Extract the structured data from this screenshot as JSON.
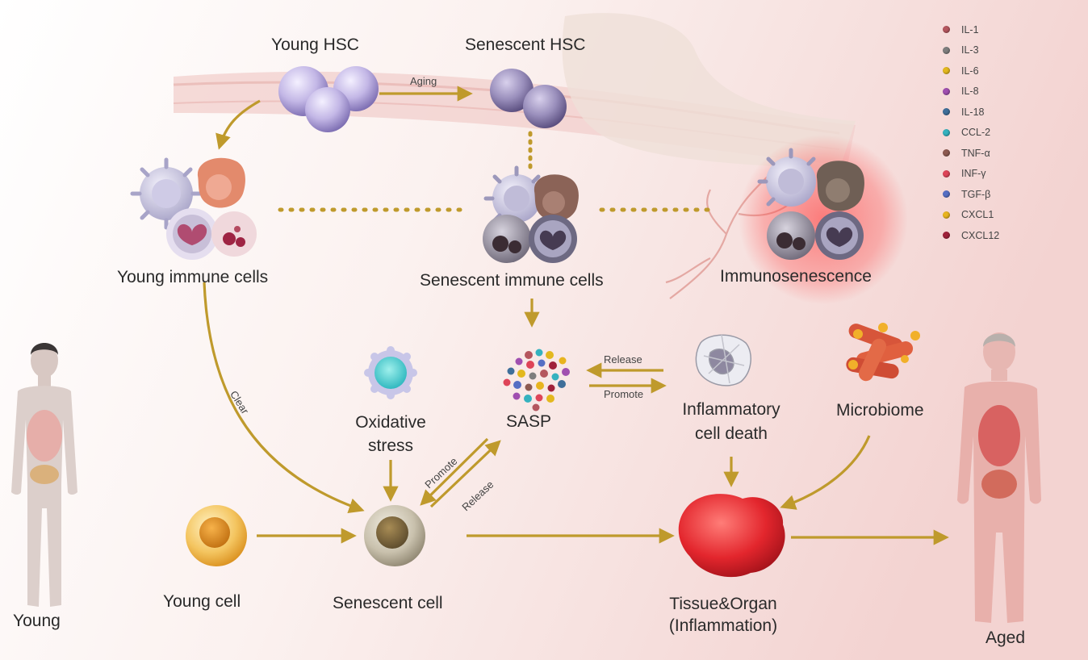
{
  "labels": {
    "young_hsc": "Young HSC",
    "senescent_hsc": "Senescent HSC",
    "aging": "Aging",
    "young_immune": "Young immune cells",
    "senescent_immune": "Senescent immune cells",
    "immunosenescence": "Immunosenescence",
    "clear": "Clear",
    "oxidative_l1": "Oxidative",
    "oxidative_l2": "stress",
    "sasp": "SASP",
    "release_top": "Release",
    "promote_top": "Promote",
    "promote_diag": "Promote",
    "release_diag": "Release",
    "inflammatory_l1": "Inflammatory",
    "inflammatory_l2": "cell death",
    "microbiome": "Microbiome",
    "young_cell": "Young cell",
    "senescent_cell": "Senescent cell",
    "tissue_l1": "Tissue&Organ",
    "tissue_l2": "(Inflammation)",
    "young": "Young",
    "aged": "Aged"
  },
  "legend": [
    {
      "label": "IL-1",
      "color": "#b5565e"
    },
    {
      "label": "IL-3",
      "color": "#7e7e7e"
    },
    {
      "label": "IL-6",
      "color": "#e3b81e"
    },
    {
      "label": "IL-8",
      "color": "#a04fb0"
    },
    {
      "label": "IL-18",
      "color": "#3f6f9a"
    },
    {
      "label": "CCL-2",
      "color": "#35b2bf"
    },
    {
      "label": "TNF-α",
      "color": "#8d5a50"
    },
    {
      "label": "INF-γ",
      "color": "#de4458"
    },
    {
      "label": "TGF-β",
      "color": "#566fc4"
    },
    {
      "label": "CXCL1",
      "color": "#e8b41f"
    },
    {
      "label": "CXCL12",
      "color": "#a0213a"
    }
  ],
  "colors": {
    "arrow": "#bf9a2c",
    "hsc": "#c8bde8",
    "senescent_hsc": "#9a8fb8",
    "tissue": "#d9262b",
    "young_cell": "#eba52e",
    "senescent_cell": "#8a7a5a"
  }
}
